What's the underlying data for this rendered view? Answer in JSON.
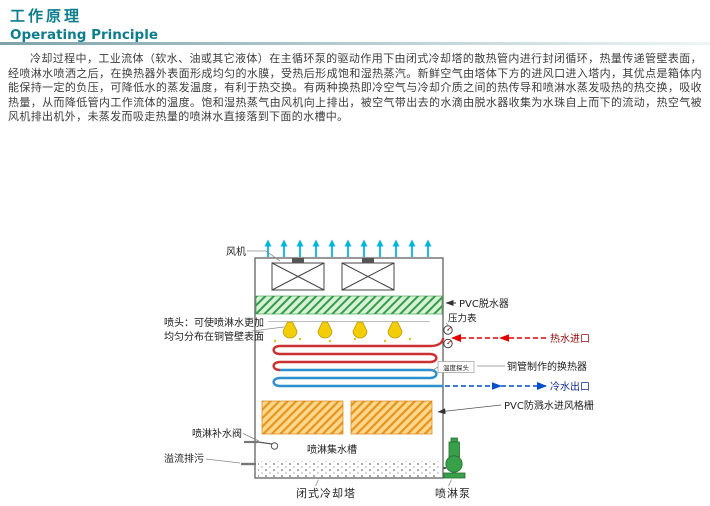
{
  "header": {
    "title_zh": "工作原理",
    "title_en": "Operating Principle"
  },
  "body_text": "冷却过程中，工业流体（软水、油或其它液体）在主循环泵的驱动作用下由闭式冷却塔的散热管内进行封闭循环，热量传递管壁表面，经喷淋水喷洒之后，在换热器外表面形成均匀的水膜，受热后形成饱和湿热蒸汽。新鲜空气由塔体下方的进风口进入塔内，其优点是箱体内能保持一定的负压，可降低水的蒸发温度，有利于热交换。有两种换热即冷空气与冷却介质之间的热传导和喷淋水蒸发吸热的热交换，吸收热量，从而降低管内工作流体的温度。饱和湿热蒸气由风机向上排出，被空气带出去的水滴由脱水器收集为水珠自上而下的流动，热空气被风机排出机外，未蒸发而吸走热量的喷淋水直接落到下面的水槽中。",
  "diagram": {
    "labels": {
      "fan": "风机",
      "spray_head_1": "喷头：可使喷淋水更加",
      "spray_head_2": "均匀分布在铜管壁表面",
      "pvc_eliminator": "PVC脱水器",
      "pressure_gauge": "压力表",
      "hot_water_inlet": "热水进口",
      "temp_probe": "温度探头",
      "heat_exchanger": "铜管制作的换热器",
      "cold_water_outlet": "冷水出口",
      "air_inlet_grille": "PVC防溅水进风格栅",
      "makeup_valve": "喷淋补水阀",
      "overflow_drain": "溢流排污",
      "water_basin": "喷淋集水槽",
      "tower_name": "闭式冷却塔",
      "spray_pump": "喷淋泵"
    },
    "colors": {
      "accent_teal": "#0e7d8c",
      "air_arrow_cyan": "#00b6d9",
      "eliminator_green": "#2f9e44",
      "nozzle_yellow": "#f2cd08",
      "hot_coil_red": "#cc3030",
      "cold_coil_blue": "#2e8fd0",
      "grille_orange": "#e8941a",
      "pump_green": "#37a048",
      "hot_line_red": "#e00000",
      "cold_line_blue": "#0050c8"
    }
  }
}
